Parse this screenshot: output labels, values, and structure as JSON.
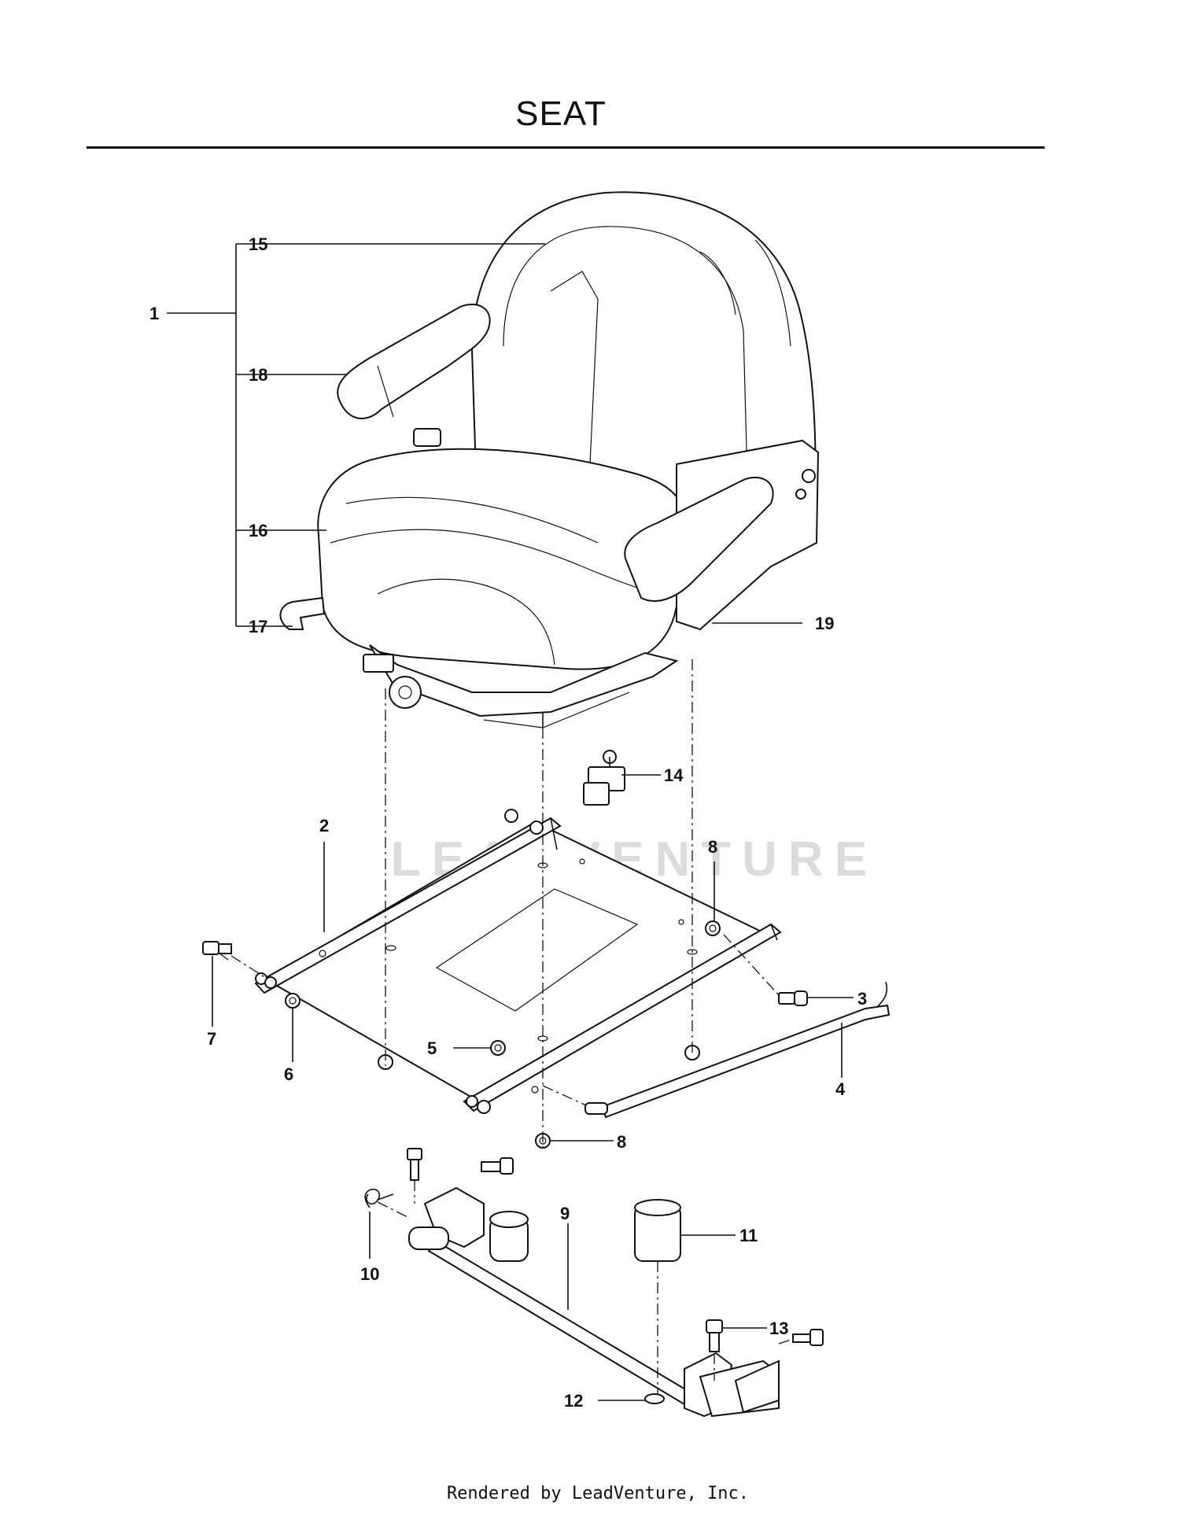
{
  "title": "SEAT",
  "watermark": "LEADVENTURE",
  "footer": "Rendered by LeadVenture, Inc.",
  "callouts": {
    "c1": "1",
    "c2": "2",
    "c3": "3",
    "c4": "4",
    "c5": "5",
    "c6": "6",
    "c7": "7",
    "c8a": "8",
    "c8b": "8",
    "c9": "9",
    "c10": "10",
    "c11": "11",
    "c12": "12",
    "c13": "13",
    "c14": "14",
    "c15": "15",
    "c16": "16",
    "c17": "17",
    "c18": "18",
    "c19": "19"
  }
}
